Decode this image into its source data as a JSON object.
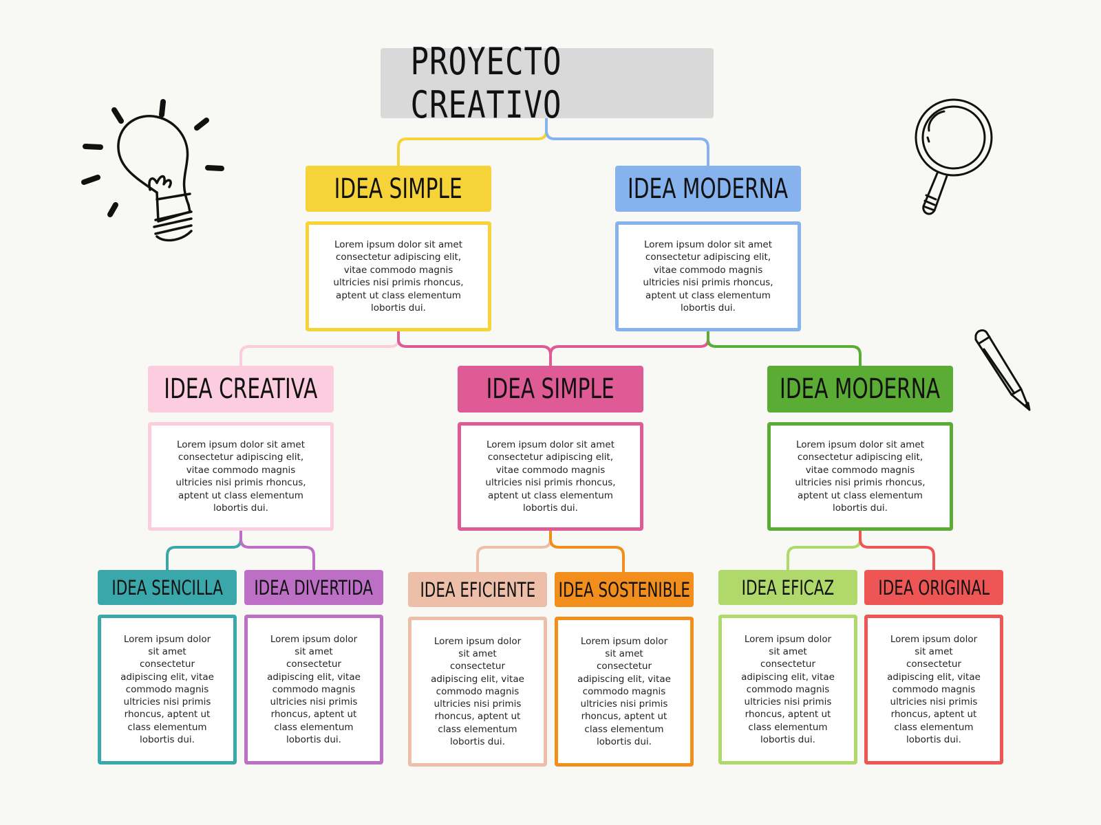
{
  "title": "PROYECTO CREATIVO",
  "colors": {
    "title_bg": "#d9d9d9",
    "yellow": "#f7d33a",
    "blue": "#86b3ee",
    "pink": "#fcccdf",
    "magenta": "#df5b96",
    "green": "#5aac34",
    "teal": "#3aa8ab",
    "purple": "#bd6fc6",
    "peach": "#eebfa8",
    "orange": "#f28f1c",
    "lime": "#b0d96c",
    "red": "#ee5656"
  },
  "level1": [
    {
      "header": "IDEA SIMPLE",
      "body": "Lorem ipsum dolor sit amet consectetur adipiscing elit, vitae commodo magnis ultricies nisi primis rhoncus, aptent ut class elementum lobortis dui."
    },
    {
      "header": "IDEA MODERNA",
      "body": "Lorem ipsum dolor sit amet consectetur adipiscing elit, vitae commodo magnis ultricies nisi primis rhoncus, aptent ut class elementum lobortis dui."
    }
  ],
  "level2": [
    {
      "header": "IDEA CREATIVA",
      "body": "Lorem ipsum dolor sit amet consectetur adipiscing elit, vitae commodo magnis ultricies nisi primis rhoncus, aptent ut class elementum lobortis dui."
    },
    {
      "header": "IDEA SIMPLE",
      "body": "Lorem ipsum dolor sit amet consectetur adipiscing elit, vitae commodo magnis ultricies nisi primis rhoncus, aptent ut class elementum lobortis dui."
    },
    {
      "header": "IDEA MODERNA",
      "body": "Lorem ipsum dolor sit amet consectetur adipiscing elit, vitae commodo magnis ultricies nisi primis rhoncus, aptent ut class elementum lobortis dui."
    }
  ],
  "level3": [
    {
      "header": "IDEA SENCILLA",
      "body": "Lorem ipsum dolor sit amet consectetur adipiscing elit, vitae commodo magnis ultricies nisi primis rhoncus, aptent ut class elementum lobortis dui."
    },
    {
      "header": "IDEA DIVERTIDA",
      "body": "Lorem ipsum dolor sit amet consectetur adipiscing elit, vitae commodo magnis ultricies nisi primis rhoncus, aptent ut class elementum lobortis dui."
    },
    {
      "header": "IDEA EFICIENTE",
      "body": "Lorem ipsum dolor sit amet consectetur adipiscing elit, vitae commodo magnis ultricies nisi primis rhoncus, aptent ut class elementum lobortis dui."
    },
    {
      "header": "IDEA SOSTENIBLE",
      "body": "Lorem ipsum dolor sit amet consectetur adipiscing elit, vitae commodo magnis ultricies nisi primis rhoncus, aptent ut class elementum lobortis dui."
    },
    {
      "header": "IDEA EFICAZ",
      "body": "Lorem ipsum dolor sit amet consectetur adipiscing elit, vitae commodo magnis ultricies nisi primis rhoncus, aptent ut class elementum lobortis dui."
    },
    {
      "header": "IDEA ORIGINAL",
      "body": "Lorem ipsum dolor sit amet consectetur adipiscing elit, vitae commodo magnis ultricies nisi primis rhoncus, aptent ut class elementum lobortis dui."
    }
  ],
  "icons": [
    "lightbulb-icon",
    "magnifying-glass-icon",
    "pencil-icon"
  ]
}
